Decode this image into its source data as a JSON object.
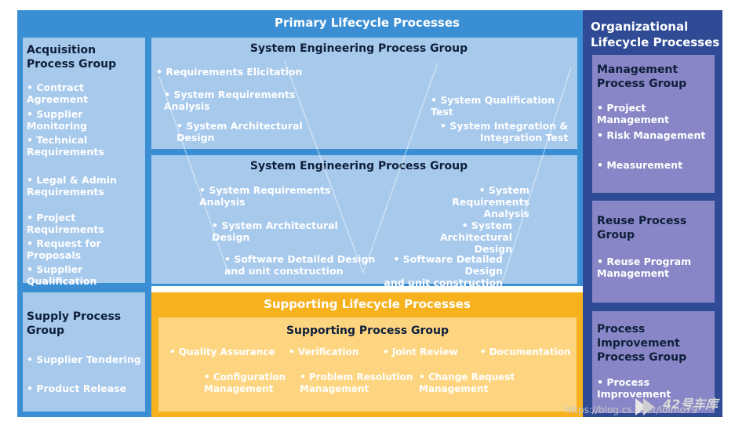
{
  "primary": {
    "title": "Primary Lifecycle Processes",
    "acquisition": {
      "title": "Acquisition\nProcess Group",
      "items": [
        "• Contract Agreement",
        "• Supplier Monitoring",
        "• Technical\n  Requirements",
        "• Legal & Admin\n  Requirements",
        "• Project Requirements",
        "• Request for Proposals",
        "• Supplier Qualification"
      ]
    },
    "sys_eng_top": {
      "title": "System Engineering Process Group",
      "left_items": [
        "• Requirements Elicitation",
        "• System Requirements\n  Analysis",
        "• System Architectural\n  Design"
      ],
      "right_items": [
        "• System Qualification Test",
        "• System Integration &\n  Integration Test"
      ]
    },
    "sys_eng_bottom": {
      "title": "System Engineering Process Group",
      "left_items": [
        "• System Requirements\n  Analysis",
        "• System Architectural\n  Design",
        "• Software Detailed Design\n  and unit construction"
      ],
      "right_items": [
        "• System Requirements\nAnalysis",
        "• System Architectural\nDesign",
        "• Software Detailed Design\nand unit construction"
      ]
    },
    "supply": {
      "title": "Supply Process\nGroup",
      "items": [
        "• Supplier Tendering",
        "• Product Release"
      ]
    }
  },
  "supporting": {
    "title": "Supporting Lifecycle Processes",
    "group_title": "Supporting Process Group",
    "row1": [
      "• Quality Assurance",
      "• Verification",
      "• Joint Review",
      "• Documentation"
    ],
    "row2": [
      "• Configuration\n  Management",
      "• Problem Resolution\n  Management",
      "• Change Request\n  Management"
    ]
  },
  "organizational": {
    "title": "Organizational\nLifecycle Processes",
    "management": {
      "title": "Management\nProcess Group",
      "items": [
        "• Project Management",
        "• Risk Management",
        "• Measurement"
      ]
    },
    "reuse": {
      "title": "Reuse Process\nGroup",
      "items": [
        "• Reuse Program\n  Management"
      ]
    },
    "improvement": {
      "title": "Process\nImprovement\nProcess Group",
      "items": [
        "• Process Improvement"
      ]
    }
  },
  "watermark": {
    "url": "https://blog.cs...net/lolmo79",
    "brand": "42号车库"
  },
  "colors": {
    "primary_blue": "#3a8fd4",
    "light_blue": "#a7c9ec",
    "org_navy": "#2f4b96",
    "org_purple": "#8886c6",
    "support_orange": "#f6b11d",
    "support_light": "#fdd580"
  }
}
